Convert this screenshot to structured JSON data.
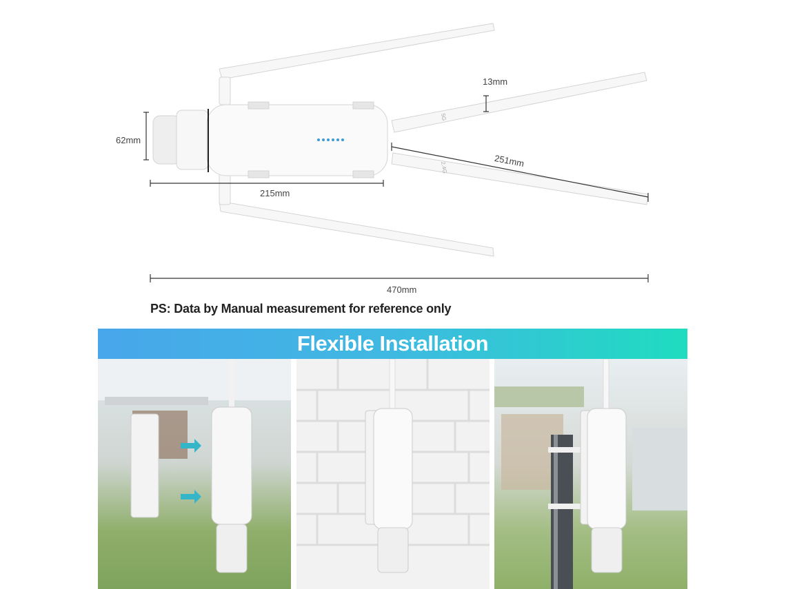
{
  "dimensions": {
    "height": "62mm",
    "body_length": "215mm",
    "antenna_diameter": "13mm",
    "antenna_length": "251mm",
    "total_length": "470mm"
  },
  "antenna_labels": {
    "band_5g": "5G",
    "band_24g": "2.4G"
  },
  "note": "PS:  Data by Manual measurement for reference only",
  "banner": {
    "title": "Flexible Installation"
  },
  "panels": [
    {
      "name": "bracket-mount"
    },
    {
      "name": "wall-mount"
    },
    {
      "name": "pole-mount"
    }
  ],
  "colors": {
    "banner_start": "#48a6ea",
    "banner_end": "#1fdcc0",
    "led": "#3a9ad9"
  }
}
